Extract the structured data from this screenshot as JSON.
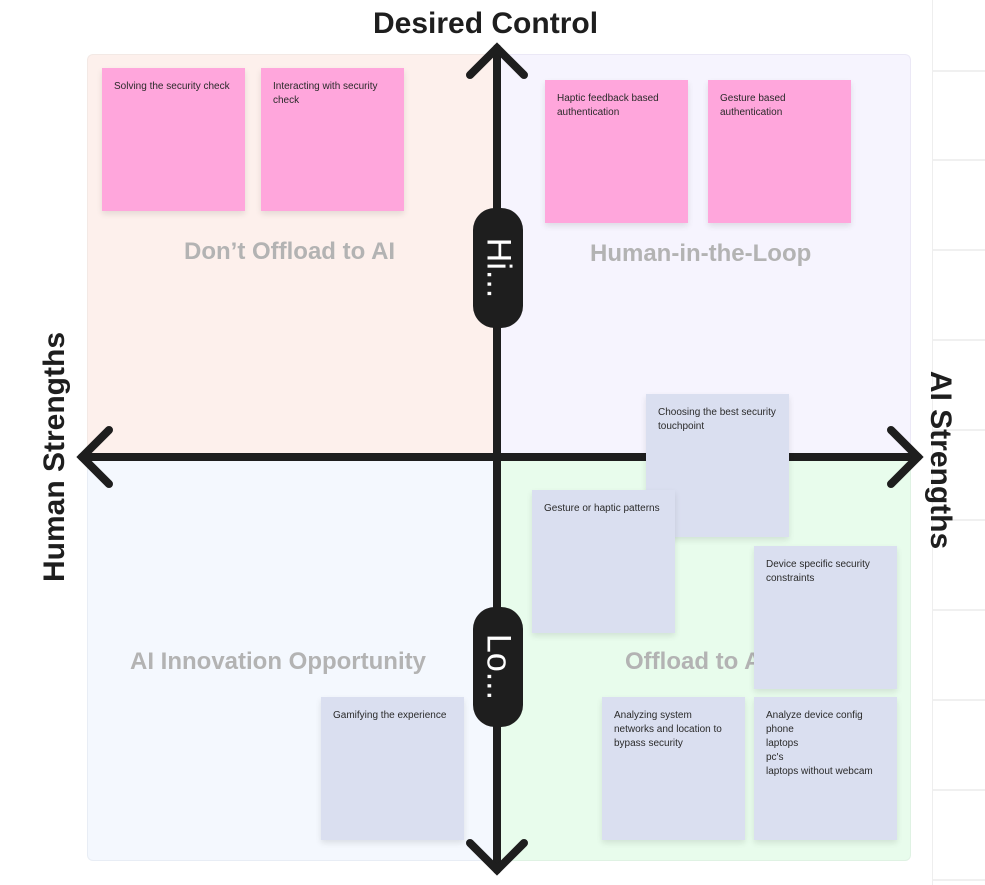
{
  "axes": {
    "top": "Desired Control",
    "left": "Human Strengths",
    "right": "AI Strengths",
    "high_pill": "Hi...",
    "low_pill": "Lo..."
  },
  "quadrants": {
    "top_left": "Don’t Offload to AI",
    "top_right": "Human-in-the-Loop",
    "bottom_left": "AI Innovation Opportunity",
    "bottom_right": "Offload to AI"
  },
  "stickies": {
    "s1": "Solving the security check",
    "s2": "Interacting with security\ncheck",
    "s3": "Haptic feedback based\nauthentication",
    "s4": "Gesture based\nauthentication",
    "s5": "Choosing the best security\ntouchpoint",
    "s6": "Gesture or haptic patterns",
    "s7": "Device specific security\nconstraints",
    "s8": "Gamifying the experience",
    "s9": "Analyzing system\nnetworks and location to\nbypass security",
    "s10": "Analyze device config\nphone\nlaptops\npc's\nlaptops without webcam"
  },
  "colors": {
    "pink_sticky": "#ffa6dc",
    "gray_sticky": "#dadff0",
    "axis": "#1e1e1e"
  }
}
